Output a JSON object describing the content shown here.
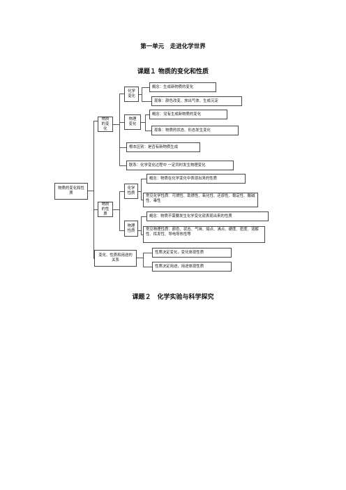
{
  "unit_title": "第一单元　走进化学世界",
  "lesson1_title": "课题１ 物质的变化和性质",
  "lesson2_title": "课题２　化学实验与科学探究",
  "map": {
    "root": "物质的变化和性质",
    "change": {
      "label": "物质的变化",
      "chemical": {
        "label": "化学变化",
        "concept": "概念：生成新物质的变化",
        "phenomenon": "现象：颜色改变、放出气体、生成沉淀"
      },
      "physical": {
        "label": "物理变化",
        "concept": "概念：没有生成新物质的变化",
        "phenomenon": "现象：物质的状态、形态发生变化"
      },
      "difference": "根本区别：是否有新物质生成",
      "relation": "联系：化学变化过程中 一定同时发生物理变化"
    },
    "property": {
      "label": "物质的性质",
      "chemical": {
        "label": "化学性质",
        "concept": "概念：物质在化学变化中表现出来的性质",
        "examples": "常见化学性质：可燃性、助燃性、氧化性、还原性、稳定性、酸碱性、毒性"
      },
      "physical": {
        "label": "物理性质",
        "concept": "概念：物质不需要发生化学变化就表现出来的性质",
        "examples": "常见物理性质：颜色、状态、气味、熔点、沸点、硬度、密度、溶解性、挥发性、导电导热性等"
      }
    },
    "use": {
      "label": "变化、性质和用途的关系",
      "item1": "性质决定变化，变化体现性质",
      "item2": "性质决定用途，用途体现性质"
    }
  }
}
